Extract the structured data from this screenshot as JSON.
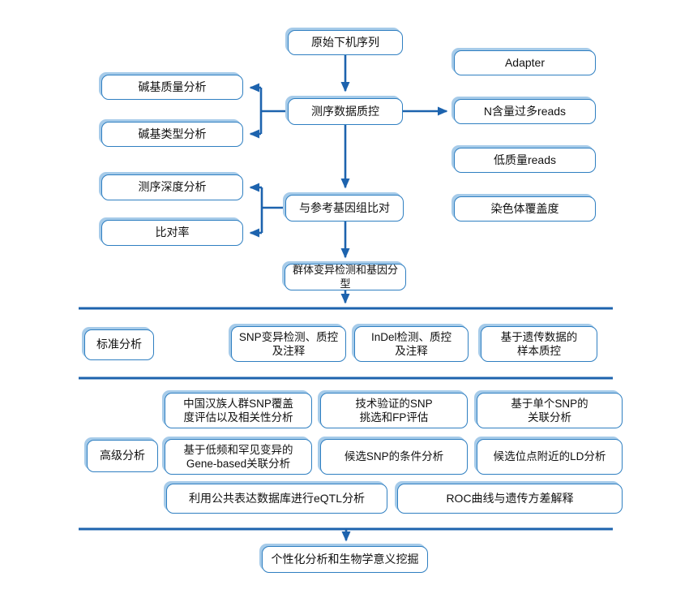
{
  "colors": {
    "line": "#1d63ae",
    "border": "#2f7fc1",
    "highlight": "#a6cbe9",
    "background": "#ffffff",
    "text": "#111111"
  },
  "flow": {
    "top": {
      "raw": "原始下机序列",
      "qc": "测序数据质控",
      "align": "与参考基因组比对",
      "variant": "群体变异检测和基因分型"
    },
    "qc_outputs_right": [
      "Adapter",
      "N含量过多reads",
      "低质量reads",
      "染色体覆盖度"
    ],
    "qc_outputs_left": [
      "碱基质量分析",
      "碱基类型分析"
    ],
    "align_outputs_left": [
      "测序深度分析",
      "比对率"
    ],
    "standard": {
      "label": "标准分析",
      "boxes": [
        "SNP变异检测、质控\n及注释",
        "InDel检测、质控\n及注释",
        "基于遗传数据的\n样本质控"
      ]
    },
    "advanced": {
      "label": "高级分析",
      "boxes": [
        "中国汉族人群SNP覆盖\n度评估以及相关性分析",
        "技术验证的SNP\n挑选和FP评估",
        "基于单个SNP的\n关联分析",
        "基于低频和罕见变异的\nGene-based关联分析",
        "候选SNP的条件分析",
        "候选位点附近的LD分析",
        "利用公共表达数据库进行eQTL分析",
        "ROC曲线与遗传方差解释"
      ]
    },
    "final": "个性化分析和生物学意义挖掘"
  }
}
